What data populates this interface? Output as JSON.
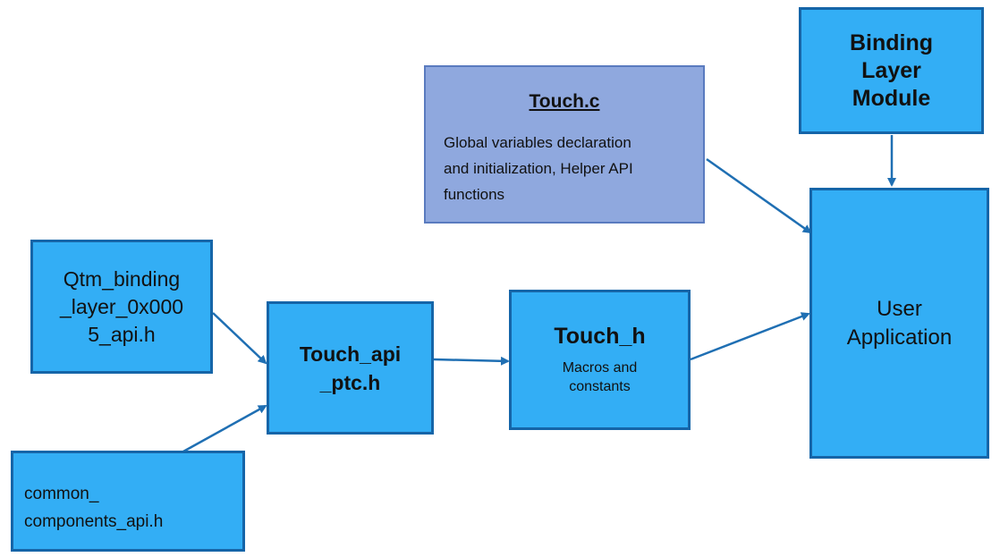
{
  "colors": {
    "box_fill": "#33aef5",
    "box_border": "#1565a8",
    "touch_c_fill": "#8fa8de",
    "touch_c_border": "#5a7bbf",
    "arrow": "#1f6fb3"
  },
  "nodes": {
    "binding_layer_module": {
      "line1": "Binding",
      "line2": "Layer",
      "line3": "Module"
    },
    "touch_c": {
      "title": "Touch.c",
      "line1": "Global variables declaration",
      "line2": "and initialization, Helper API",
      "line3": "functions"
    },
    "qtm_binding": {
      "line1": "Qtm_binding",
      "line2": "_layer_0x000",
      "line3": "5_api.h"
    },
    "touch_api_ptc": {
      "line1": "Touch_api",
      "line2": "_ptc.h"
    },
    "touch_h": {
      "title": "Touch_h",
      "line1": "Macros and",
      "line2": "constants"
    },
    "user_application": {
      "line1": "User",
      "line2": "Application"
    },
    "common_components": {
      "line1": "common_",
      "line2": "components_api.h"
    }
  },
  "edges": [
    {
      "from": "qtm_binding",
      "to": "touch_api_ptc"
    },
    {
      "from": "common_components",
      "to": "touch_api_ptc"
    },
    {
      "from": "touch_api_ptc",
      "to": "touch_h"
    },
    {
      "from": "touch_h",
      "to": "user_application"
    },
    {
      "from": "touch_c",
      "to": "user_application"
    },
    {
      "from": "binding_layer_module",
      "to": "user_application"
    }
  ]
}
